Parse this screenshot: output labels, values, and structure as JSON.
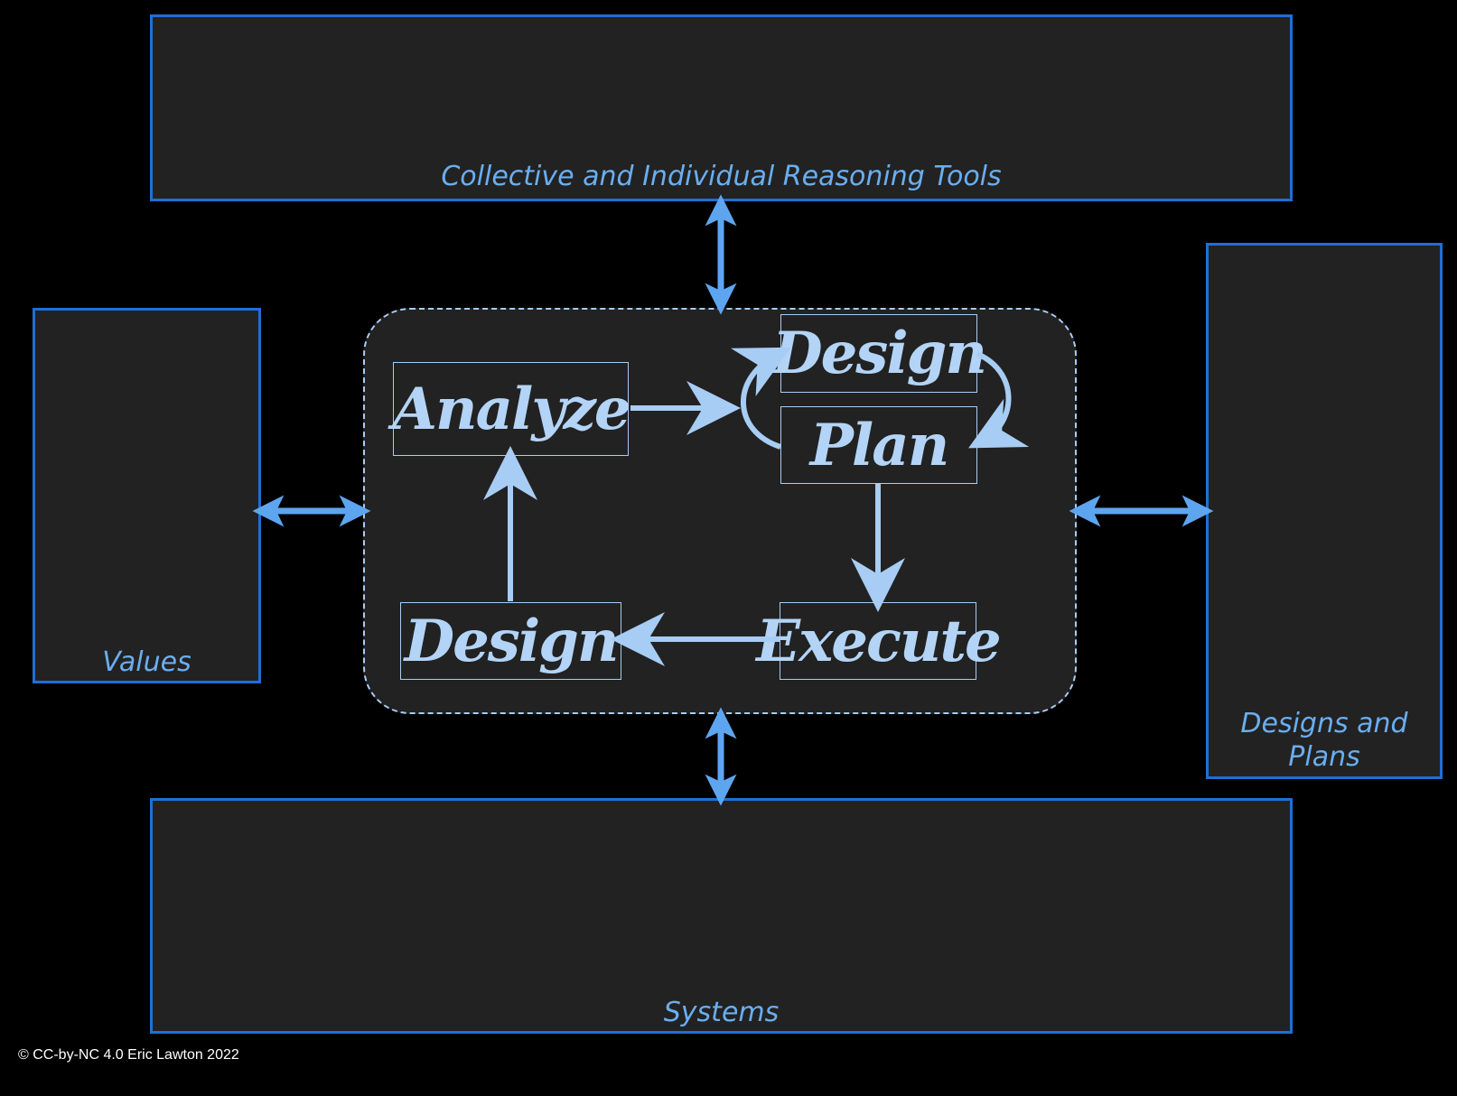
{
  "panels": {
    "reasoning_tools": "Collective and Individual Reasoning Tools",
    "values": "Values",
    "designs_plans_line1": "Designs and",
    "designs_plans_line2": "Plans",
    "systems": "Systems"
  },
  "cycle": {
    "analyze": "Analyze",
    "design_top": "Design",
    "plan": "Plan",
    "execute": "Execute",
    "design_bottom": "Design"
  },
  "footer": {
    "copyright": "© CC-by-NC 4.0 Eric Lawton 2022"
  },
  "colors": {
    "panel_border": "#1f6fd6",
    "panel_fill": "#222222",
    "label_text": "#6aaef0",
    "step_text": "#b3d4f6",
    "arrow": "#a8cdf4",
    "connector_arrow": "#5ea5f0"
  }
}
